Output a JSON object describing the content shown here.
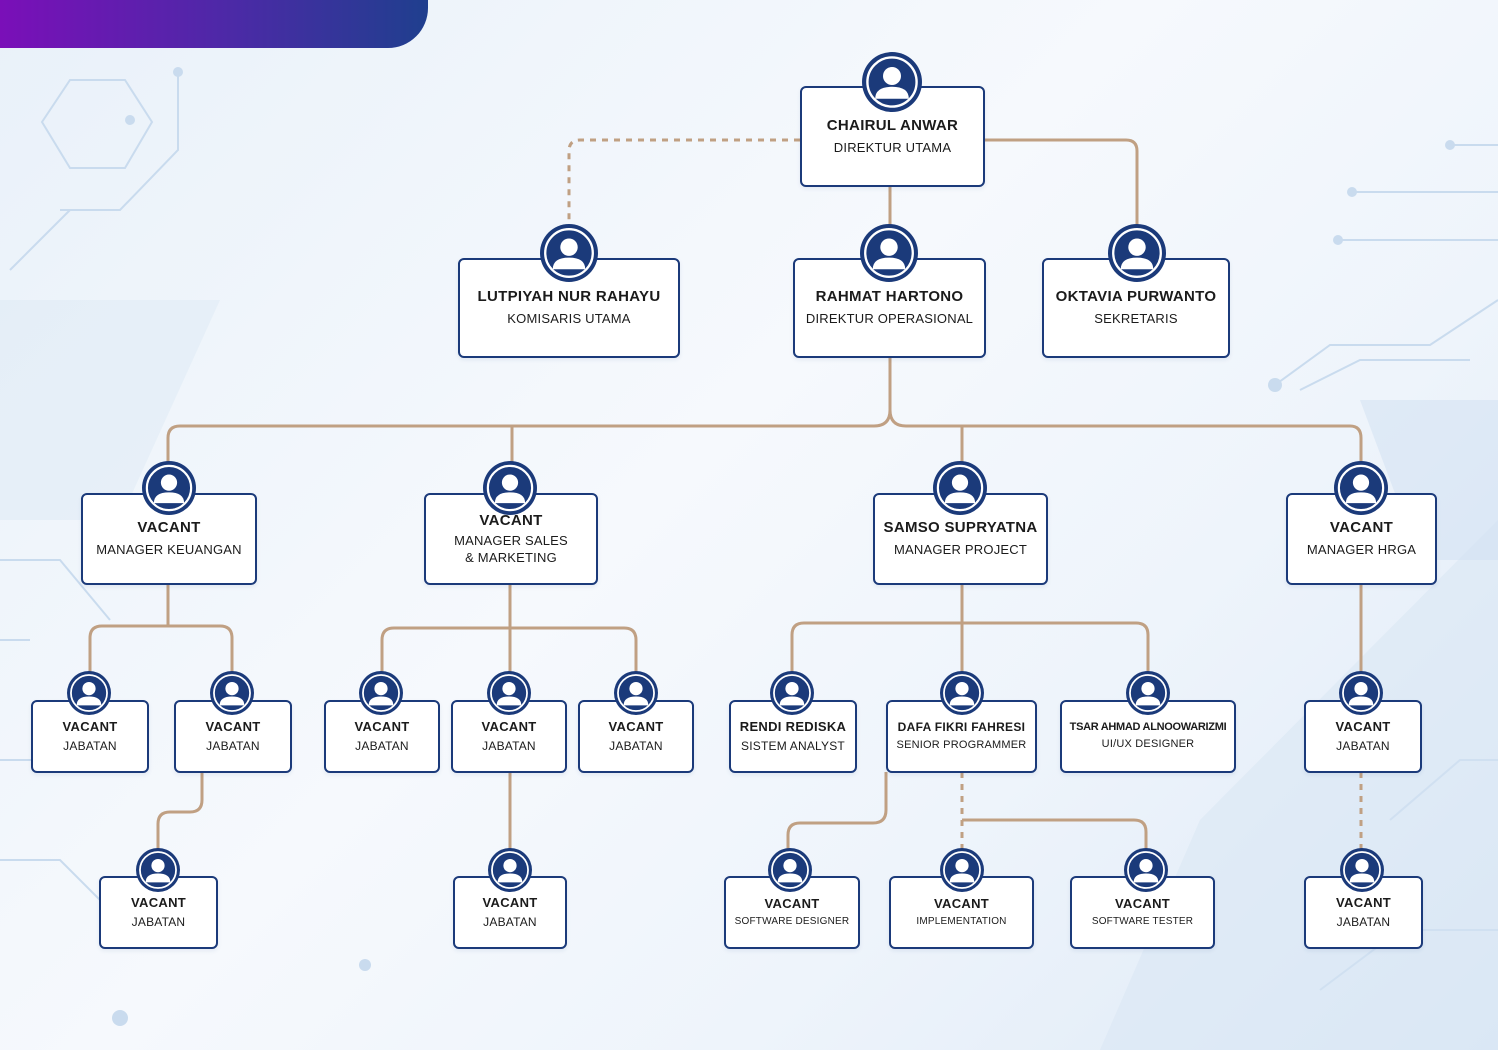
{
  "colors": {
    "node_border": "#1b3a7a",
    "avatar": "#1b3a7a",
    "connector": "#c0a083",
    "banner_start": "#7a0fb8",
    "banner_end": "#1f3f8e"
  },
  "nodes": {
    "chairul": {
      "name": "CHAIRUL ANWAR",
      "role": "DIREKTUR UTAMA",
      "icon": "person-icon"
    },
    "lutpiyah": {
      "name": "LUTPIYAH NUR RAHAYU",
      "role": "KOMISARIS UTAMA",
      "icon": "person-icon"
    },
    "rahmat": {
      "name": "RAHMAT HARTONO",
      "role": "DIREKTUR OPERASIONAL",
      "icon": "person-icon"
    },
    "oktavia": {
      "name": "OKTAVIA PURWANTO",
      "role": "SEKRETARIS",
      "icon": "person-icon"
    },
    "keuangan": {
      "name": "VACANT",
      "role": "MANAGER KEUANGAN",
      "icon": "person-icon"
    },
    "sales": {
      "name": "VACANT",
      "role": "MANAGER SALES\n& MARKETING",
      "icon": "person-icon"
    },
    "project": {
      "name": "SAMSO SUPRYATNA",
      "role": "MANAGER PROJECT",
      "icon": "person-icon"
    },
    "hrga": {
      "name": "VACANT",
      "role": "MANAGER HRGA",
      "icon": "person-icon"
    },
    "k1": {
      "name": "VACANT",
      "role": "JABATAN",
      "icon": "person-icon"
    },
    "k2": {
      "name": "VACANT",
      "role": "JABATAN",
      "icon": "person-icon"
    },
    "k3": {
      "name": "VACANT",
      "role": "JABATAN",
      "icon": "person-icon"
    },
    "s1": {
      "name": "VACANT",
      "role": "JABATAN",
      "icon": "person-icon"
    },
    "s2": {
      "name": "VACANT",
      "role": "JABATAN",
      "icon": "person-icon"
    },
    "s3": {
      "name": "VACANT",
      "role": "JABATAN",
      "icon": "person-icon"
    },
    "s4": {
      "name": "VACANT",
      "role": "JABATAN",
      "icon": "person-icon"
    },
    "rendi": {
      "name": "RENDI REDISKA",
      "role": "SISTEM ANALYST",
      "icon": "person-icon"
    },
    "dafa": {
      "name": "DAFA FIKRI FAHRESI",
      "role": "SENIOR PROGRAMMER",
      "icon": "person-icon"
    },
    "tsar": {
      "name": "TSAR AHMAD ALNOOWARIZMI",
      "role": "UI/UX DESIGNER",
      "icon": "person-icon"
    },
    "swdesigner": {
      "name": "VACANT",
      "role": "SOFTWARE DESIGNER",
      "icon": "person-icon"
    },
    "implementation": {
      "name": "VACANT",
      "role": "IMPLEMENTATION",
      "icon": "person-icon"
    },
    "swtester": {
      "name": "VACANT",
      "role": "SOFTWARE TESTER",
      "icon": "person-icon"
    },
    "h1": {
      "name": "VACANT",
      "role": "JABATAN",
      "icon": "person-icon"
    },
    "h2": {
      "name": "VACANT",
      "role": "JABATAN",
      "icon": "person-icon"
    }
  }
}
